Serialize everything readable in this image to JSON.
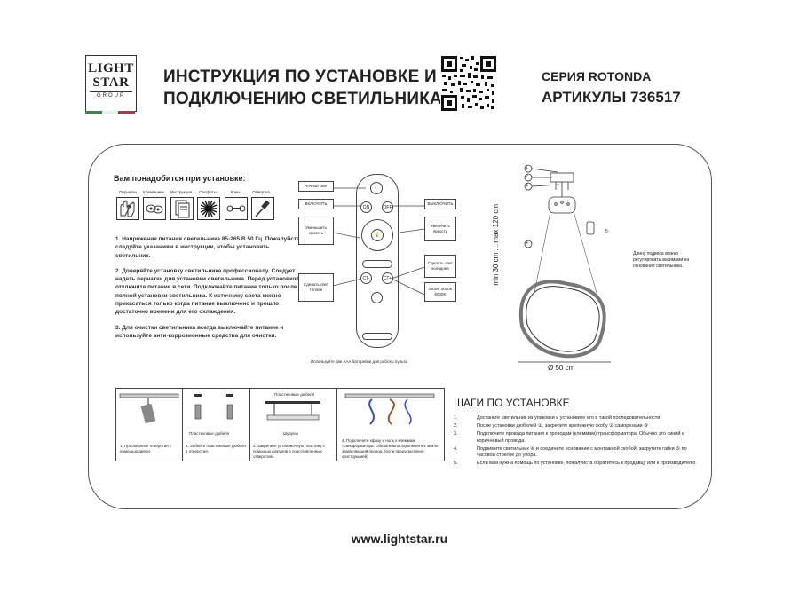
{
  "header": {
    "logo": {
      "line1": "LIGHT",
      "line2": "STAR",
      "line3": "GROUP"
    },
    "title_line1": "ИНСТРУКЦИЯ ПО УСТАНОВКЕ И",
    "title_line2": "ПОДКЛЮЧЕНИЮ СВЕТИЛЬНИКА",
    "series": "СЕРИЯ ROTONDA",
    "articles": "АРТИКУЛЫ 736517",
    "flag_colors": [
      "#1a9a3e",
      "#ffffff",
      "#d7262e"
    ]
  },
  "requirements": {
    "heading": "Вам понадобится при установке:",
    "tools": [
      {
        "label": "Перчатки",
        "icon": "gloves-icon"
      },
      {
        "label": "Клеммники",
        "icon": "terminals-icon"
      },
      {
        "label": "Инструкция",
        "icon": "manual-icon"
      },
      {
        "label": "Салфеты",
        "icon": "wipes-icon"
      },
      {
        "label": "Ключ",
        "icon": "wrench-icon"
      },
      {
        "label": "Отвертка",
        "icon": "screwdriver-icon"
      }
    ]
  },
  "safety": [
    "1. Напряжение питания светильника 85-265 В 50 Гц. Пожалуйста следуйте указаниям в инструкции, чтобы установить светильник.",
    "2. Доверяйте установку светильника профессионалу. Следует надеть перчатки для установки светильника. Перед установкой отключите питание в сети. Подключайте питание только после полной установки светильника. К источнику света можно прикасаться только когда питание выключено и прошло достаточно времени для его охлаждения.",
    "3. Для очистки светильника всегда выключайте питание и используйте анти-коррозионные средства для очистки."
  ],
  "remote": {
    "labels": {
      "night": "Ночной свет",
      "on": "ВКЛЮЧИТЬ",
      "off": "ВЫКЛЮЧИТЬ",
      "decrease": "Уменьшить яркость",
      "increase": "Увеличить яркость",
      "warmer": "Сделать свет теплее",
      "colder": "Сделать свет холоднее",
      "temps": "3000K 4000K 6000K"
    },
    "buttons": {
      "on": "ON",
      "off": "OFF",
      "ct_minus": "CT-",
      "ct_plus": "CT+"
    },
    "battery_note": "Используйте две ААА батарейки для работы пульта"
  },
  "diagram": {
    "height": "min 30 cm ... max 120 cm",
    "diameter": "Ø 50 cm",
    "rope_note": "Длину подвеса можно регулировать зажимами на основании светильника.",
    "markers": [
      "1",
      "2",
      "3",
      "4",
      "5"
    ]
  },
  "install_captions": {
    "c1": "1. Просверлите отверстия с помощью дрели.",
    "c2_top": "Пластиковые дюбеля",
    "c2": "2. Забейте пластиковые дюбеля в отверстия.",
    "c3_top": "Пластиковые дюбеля",
    "c3_mid": "Шурупы",
    "c3": "3. Закрепите установочную пластину с помощью шурупов в подготовленных отверстиях.",
    "c4": "4. Подключите кфазу и ноль к клеммам трансформатора. Обязательно подключите к земле заземляющий провод. (если предусмотрено конструкцией)"
  },
  "install_steps": {
    "title": "ШАГИ ПО УСТАНОВКЕ",
    "items": [
      {
        "n": "1.",
        "text": "Достаньте светильник из упаковки и установите его в такой последовательности:"
      },
      {
        "n": "2.",
        "text": "После установки дюбелей ①, закрепите крепежную скобу ② саморезами ③"
      },
      {
        "n": "3.",
        "text": "Подключите провода питания к проводам (клеммам) трансформатора. Обычно это синий и коричневый провода."
      },
      {
        "n": "4.",
        "text": "Поднимите светильник ④ и соедините основание с монтажной скобой, закрутите гайки ⑤ по часовой стрелке до упора."
      },
      {
        "n": "5.",
        "text": "Если вам нужна помощь по установке, пожалуйста обратитесь к продавцу или к производителю."
      }
    ]
  },
  "footer": {
    "website": "www.lightstar.ru"
  }
}
